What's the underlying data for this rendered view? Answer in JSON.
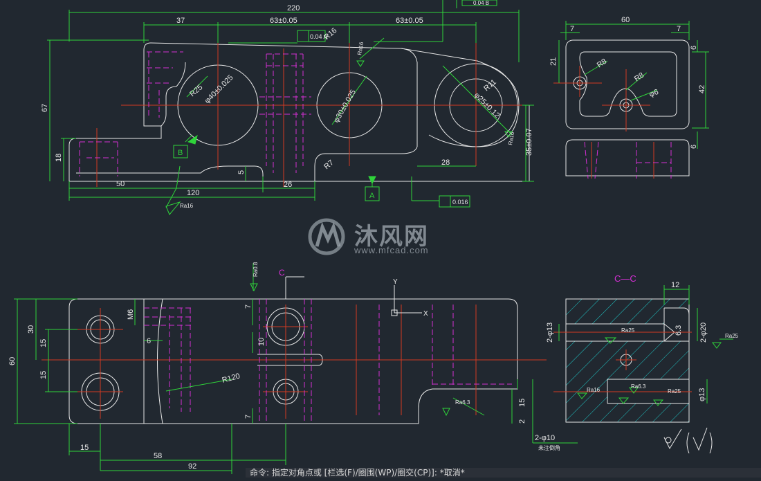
{
  "colors": {
    "bg": "#212830",
    "outline": "#e8e8e8",
    "dim": "#2fd43a",
    "center": "#d23a22",
    "hidden": "#d52fd5",
    "hatch": "#1fc8c8"
  },
  "dims": {
    "d220": "220",
    "d37": "37",
    "d63a": "63±0.05",
    "d63b": "63±0.05",
    "d67": "67",
    "d18": "18",
    "d50": "50",
    "d120": "120",
    "d26": "26",
    "d5": "5",
    "d28": "28",
    "d35": "35±0.07",
    "r25": "R25",
    "r16": "R16",
    "r7": "R7",
    "r11": "R11",
    "d40": "φ40±0.025",
    "d30": "φ30±0.025",
    "d25": "φ25±0.12",
    "d60top": "60",
    "d7a": "7",
    "d7b": "7",
    "d21": "21",
    "d42": "42",
    "d6a": "6",
    "d6b": "6",
    "r8a": "R8",
    "r8b": "R8",
    "dphi6": "φ6",
    "p30": "30",
    "p15a": "15",
    "p15b": "15",
    "p60": "60",
    "m6": "M6",
    "p6": "6",
    "p7a": "7",
    "p7b": "7",
    "p10": "10",
    "r120": "R120",
    "b15": "15",
    "b58": "58",
    "b92": "92",
    "s15": "15",
    "s2": "2",
    "c12": "12",
    "c2p13": "2-φ13",
    "c2p20": "2-φ20",
    "c13": "φ13",
    "c2p10": "2-φ10",
    "c63": "6.3"
  },
  "labels": {
    "datumA": "A",
    "datumB": "B",
    "gtol1": "0.04 A",
    "gtol2": "0.04 B",
    "gtol3": "0.016",
    "ra16a": "Ra16",
    "ra16b": "Ra16",
    "ra16c": "Ra16",
    "ra16d": "Ra16",
    "ra25a": "Ra25",
    "ra25b": "Ra25",
    "ra25c": "Ra25",
    "ra63a": "Ra6.3",
    "ra63b": "Ra6.3",
    "ra06": "Ra0.8",
    "sectionC": "C",
    "sectionCC": "C—C",
    "axisY": "Y",
    "axisX": "X",
    "note": "未注倒角"
  },
  "watermark": {
    "cn": "沐风网",
    "url": "www.mfcad.com"
  },
  "command_line": "命令: 指定对角点或 [栏选(F)/圈围(WP)/圈交(CP)]: *取消*"
}
